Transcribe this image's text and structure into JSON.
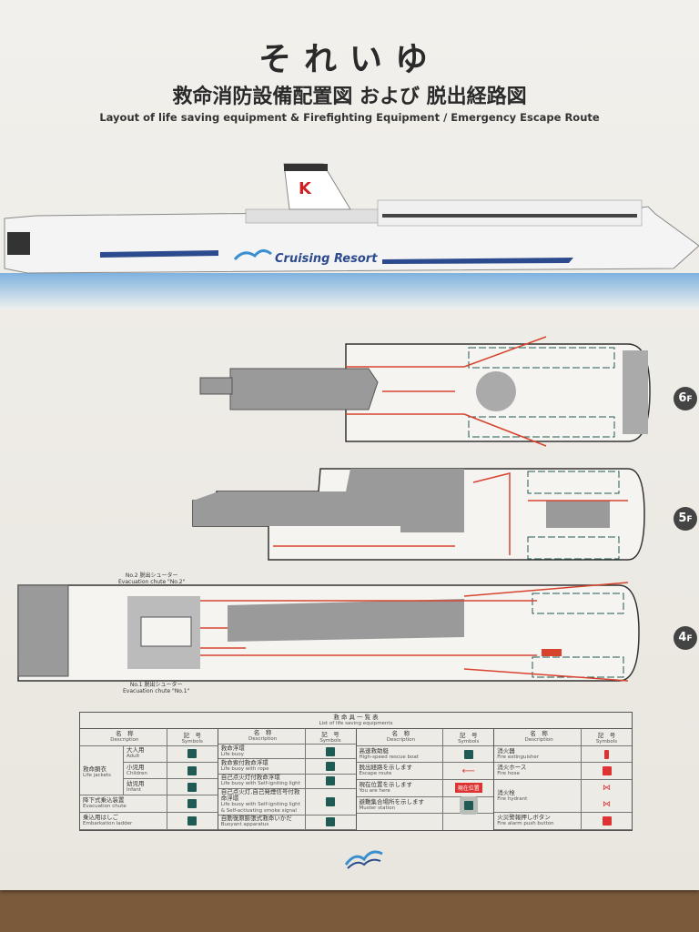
{
  "header": {
    "ship_name": "それいゆ",
    "title_jp": "救命消防設備配置図 および 脱出経路図",
    "title_en": "Layout of life saving equipment & Firefighting Equipment / Emergency Escape Route"
  },
  "ship": {
    "brand": "Cruising Resort",
    "funnel_mark": "K"
  },
  "decks": [
    {
      "label": "6",
      "suffix": "F"
    },
    {
      "label": "5",
      "suffix": "F"
    },
    {
      "label": "4",
      "suffix": "F"
    }
  ],
  "chutes": {
    "no2_jp": "No.2 脱出シューター",
    "no2_en": "Evacuation chute \"No.2\"",
    "no1_jp": "No.1 脱出シューター",
    "no1_en": "Evacuation chute \"No.1\""
  },
  "legend": {
    "title_jp": "救 命 具 一 覧 表",
    "title_en": "List of life saving equipments",
    "desc_jp": "名　称",
    "desc_en": "Description",
    "sym_jp": "記　号",
    "sym_en": "Symbols",
    "col1": {
      "group_jp": "救命胴衣",
      "group_en": "Life jackets",
      "rows": [
        {
          "jp": "大人用",
          "en": "Adult"
        },
        {
          "jp": "小児用",
          "en": "Children"
        },
        {
          "jp": "幼児用",
          "en": "Infant"
        },
        {
          "jp": "降下式乗込装置",
          "en": "Evacuation chute"
        },
        {
          "jp": "乗込用はしご",
          "en": "Embarkation ladder"
        }
      ]
    },
    "col2": [
      {
        "jp": "救命浮環",
        "en": "Life buoy"
      },
      {
        "jp": "救命索付救命浮環",
        "en": "Life buoy with rope"
      },
      {
        "jp": "自己点火灯付救命浮環",
        "en": "Life buoy with Self-igniting light"
      },
      {
        "jp": "自己点火灯,自己発煙信号付救命浮環",
        "en": "Life buoy with Self-igniting light & Self-activating smoke signal"
      },
      {
        "jp": "自動復原膨張式救命いかだ",
        "en": "Buoyant apparatus"
      }
    ],
    "col3": [
      {
        "jp": "高速救助艇",
        "en": "High-speed rescue boat"
      },
      {
        "jp": "脱出経路を示します",
        "en": "Escape route"
      },
      {
        "jp": "現在位置を示します",
        "en": "You are here",
        "badge": "現在位置"
      },
      {
        "jp": "避難集合場所を示します",
        "en": "Muster station"
      }
    ],
    "col4": [
      {
        "jp": "消火器",
        "en": "Fire extinguisher"
      },
      {
        "jp": "消火ホース",
        "en": "Fire hose"
      },
      {
        "jp": "消火栓",
        "en": "Fire hydrant"
      },
      {
        "jp": "火災警報押しボタン",
        "en": "Fire alarm push button"
      }
    ]
  },
  "colors": {
    "route": "#d8432e",
    "equipment": "#1f5a55",
    "structure": "#9a9a9a",
    "brand": "#2c4b8e"
  }
}
